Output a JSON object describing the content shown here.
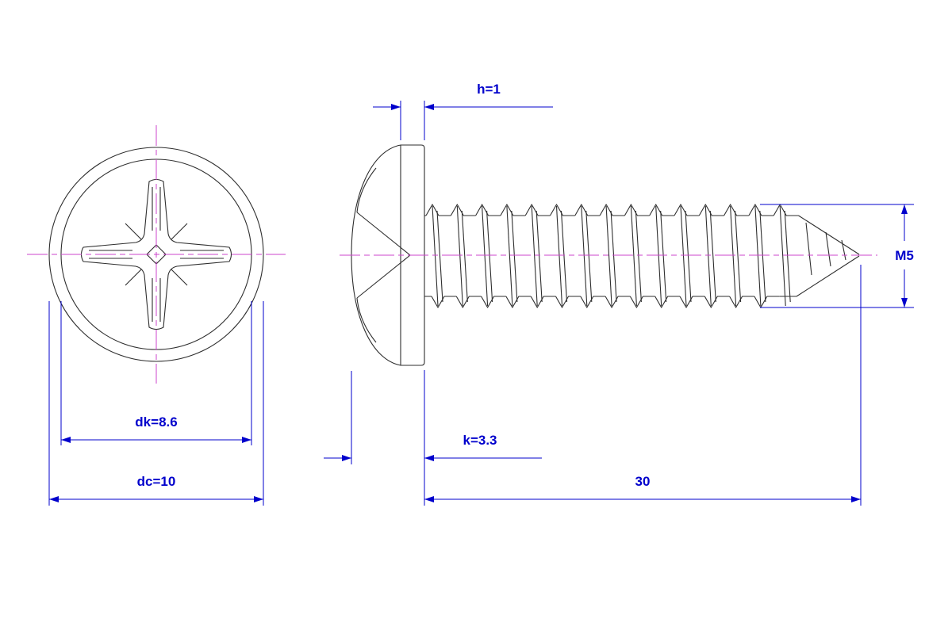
{
  "drawing": {
    "dimensions": {
      "h": "h=1",
      "k": "k=3.3",
      "dk": "dk=8.6",
      "dc": "dc=10",
      "length": "30",
      "thread": "M5"
    },
    "colors": {
      "outline": "#2e2e2e",
      "dimension": "#0000cc",
      "centerline": "#cc44cc",
      "background": "#ffffff"
    }
  }
}
